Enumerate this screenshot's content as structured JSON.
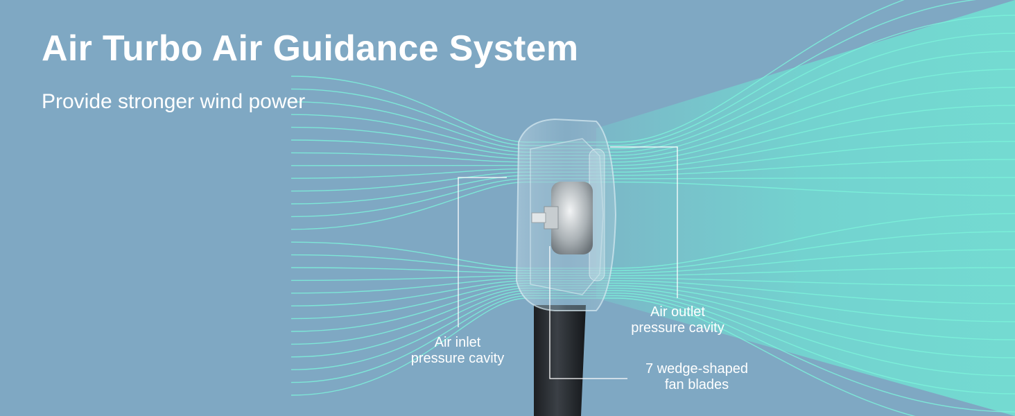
{
  "header": {
    "title": "Air Turbo Air Guidance System",
    "subtitle": "Provide stronger wind power"
  },
  "callouts": {
    "inlet": {
      "line1": "Air inlet",
      "line2": "pressure cavity"
    },
    "outlet": {
      "line1": "Air outlet",
      "line2": "pressure cavity"
    },
    "blades": {
      "line1": "7 wedge-shaped",
      "line2": "fan blades"
    }
  },
  "colors": {
    "background": "#7fa8c3",
    "airflow": "#66f0d2",
    "airflow_beam": "#6fd9d2",
    "text": "#ffffff",
    "device_body": "#2b2f33"
  }
}
